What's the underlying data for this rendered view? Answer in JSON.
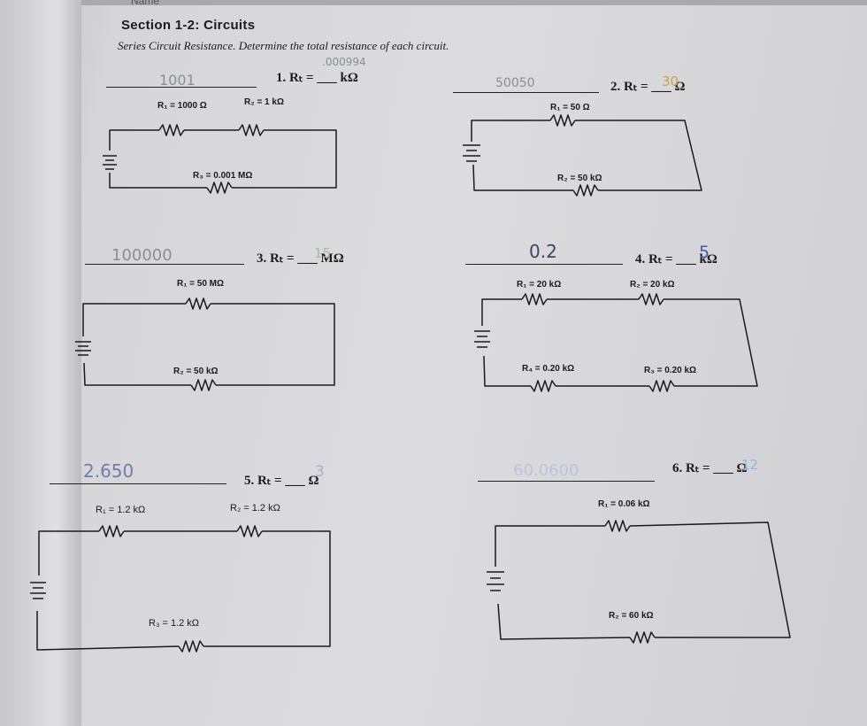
{
  "header": {
    "name_label": "Name",
    "section_title": "Section 1-2: Circuits",
    "instructions": "Series Circuit Resistance. Determine the total resistance of each circuit."
  },
  "problems": [
    {
      "label": "1.  Rₜ = ___  kΩ",
      "resistors": [
        "R₁ = 1000 Ω",
        "R₂ = 1 kΩ",
        "R₃ = 0.001 MΩ"
      ],
      "work": "1001",
      "answer_note": ".000994"
    },
    {
      "label": "2.  Rₜ = ___ Ω",
      "resistors": [
        "R₁ = 50 Ω",
        "R₂ = 50 kΩ"
      ],
      "work": "50050",
      "answer": "30"
    },
    {
      "label": "3.  Rₜ = ___ MΩ",
      "resistors": [
        "R₁ = 50 MΩ",
        "R₂ = 50 kΩ"
      ],
      "work": "100000",
      "answer": "15"
    },
    {
      "label": "4.  Rₜ = ___ kΩ",
      "resistors": [
        "R₁ = 20 kΩ",
        "R₂ = 20 kΩ",
        "R₄ = 0.20 kΩ",
        "R₃ = 0.20 kΩ"
      ],
      "work": "0.2",
      "answer": "5"
    },
    {
      "label": "5.  Rₜ = ___ Ω",
      "resistors": [
        "R₁ = 1.2 kΩ",
        "R₂ = 1.2 kΩ",
        "R₃ = 1.2 kΩ"
      ],
      "work": "2.650",
      "answer": "3"
    },
    {
      "label": "6.  Rₜ = ___ Ω",
      "resistors": [
        "R₁ = 0.06 kΩ",
        "R₂ = 60 kΩ"
      ],
      "work": "60.0600",
      "answer": "12"
    }
  ]
}
